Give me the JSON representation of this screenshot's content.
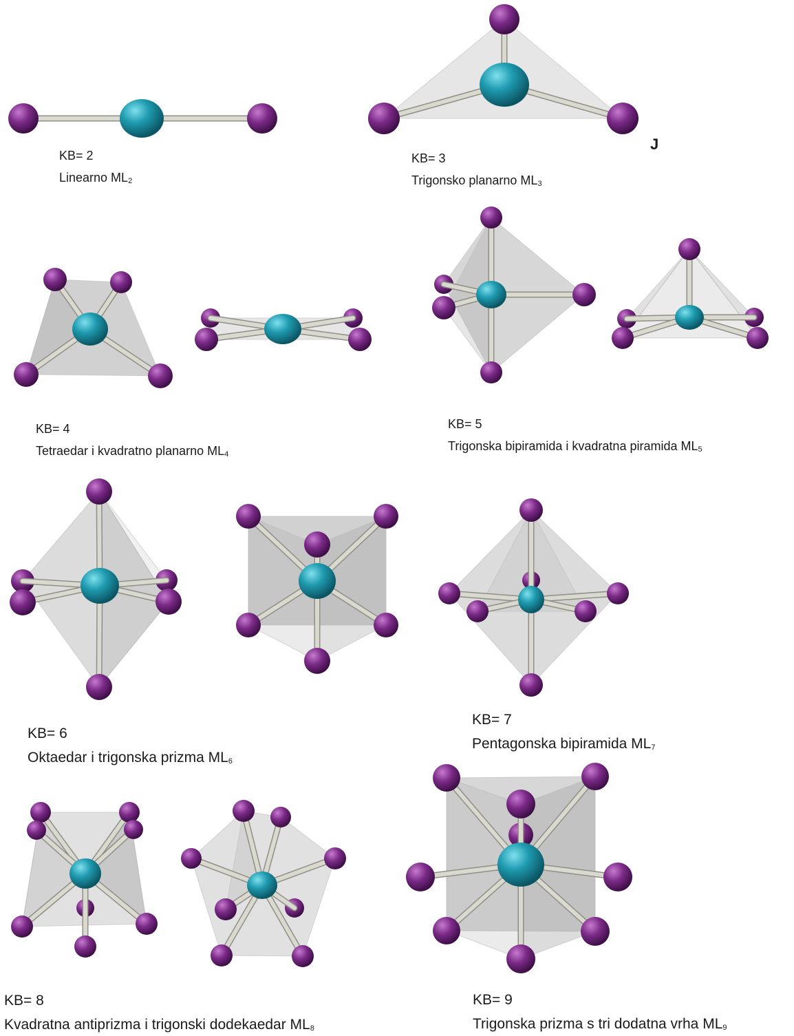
{
  "colors": {
    "metal": "#1f9bb0",
    "ligand": "#7a2a86",
    "bond": "#d9d9cf",
    "polyhedron": "#9a9a9a"
  },
  "groups": [
    {
      "kb": "KB= 2",
      "name": "Linearno ML",
      "sub": "2"
    },
    {
      "kb": "KB= 3",
      "name": "Trigonsko planarno ML",
      "sub": "3"
    },
    {
      "kb": "KB= 4",
      "name": "Tetraedar i kvadratno planarno ML",
      "sub": "4"
    },
    {
      "kb": "KB= 5",
      "name": "Trigonska bipiramida i kvadratna  piramida ML",
      "sub": "5"
    },
    {
      "kb": "KB= 6",
      "name": "Oktaedar i trigonska prizma ML",
      "sub": "6"
    },
    {
      "kb": "KB= 7",
      "name": "Pentagonska bipiramida ML",
      "sub": "7"
    },
    {
      "kb": "KB= 8",
      "name": "Kvadratna antiprizma i trigonski dodekaedar  ML",
      "sub": "8"
    },
    {
      "kb": "KB= 9",
      "name": "Trigonska prizma s tri dodatna vrha  ML",
      "sub": "9"
    }
  ],
  "stray_mark": "J"
}
